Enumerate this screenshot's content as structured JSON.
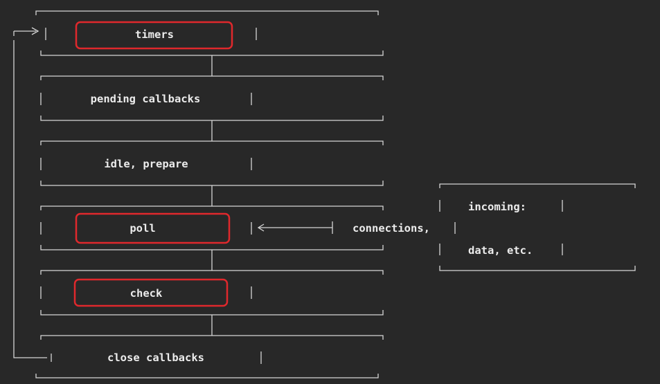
{
  "phases": [
    {
      "id": "timers",
      "label": "timers",
      "highlighted": true
    },
    {
      "id": "pending-callbacks",
      "label": "pending callbacks",
      "highlighted": false
    },
    {
      "id": "idle-prepare",
      "label": "idle, prepare",
      "highlighted": false
    },
    {
      "id": "poll",
      "label": "poll",
      "highlighted": true
    },
    {
      "id": "check",
      "label": "check",
      "highlighted": true
    },
    {
      "id": "close-callbacks",
      "label": "close callbacks",
      "highlighted": false
    }
  ],
  "incoming": {
    "line1": "incoming:",
    "line2": "connections,",
    "line3": "data, etc."
  },
  "colors": {
    "background": "#282828",
    "line": "#d6d6d6",
    "text": "#ececec",
    "highlight": "#e0282c"
  }
}
